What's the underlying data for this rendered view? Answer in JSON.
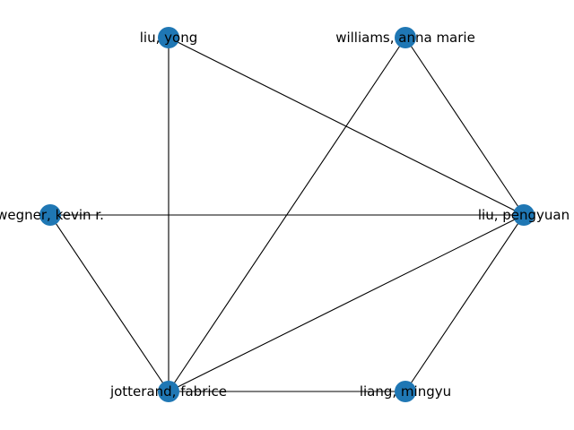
{
  "graph": {
    "node_color": "#1f77b4",
    "edge_color": "#000000",
    "nodes": [
      {
        "id": "liu-yong",
        "label": "liu, yong"
      },
      {
        "id": "williams",
        "label": "williams, anna marie"
      },
      {
        "id": "wegner",
        "label": "wegner, kevin r."
      },
      {
        "id": "liu-pengyuan",
        "label": "liu, pengyuan"
      },
      {
        "id": "jotterand",
        "label": "jotterand, fabrice"
      },
      {
        "id": "liang",
        "label": "liang, mingyu"
      }
    ],
    "edges": [
      [
        "liu-yong",
        "liu-pengyuan"
      ],
      [
        "liu-yong",
        "jotterand"
      ],
      [
        "williams",
        "liu-pengyuan"
      ],
      [
        "williams",
        "jotterand"
      ],
      [
        "wegner",
        "liu-pengyuan"
      ],
      [
        "wegner",
        "jotterand"
      ],
      [
        "liu-pengyuan",
        "jotterand"
      ],
      [
        "liu-pengyuan",
        "liang"
      ],
      [
        "jotterand",
        "liang"
      ]
    ]
  }
}
